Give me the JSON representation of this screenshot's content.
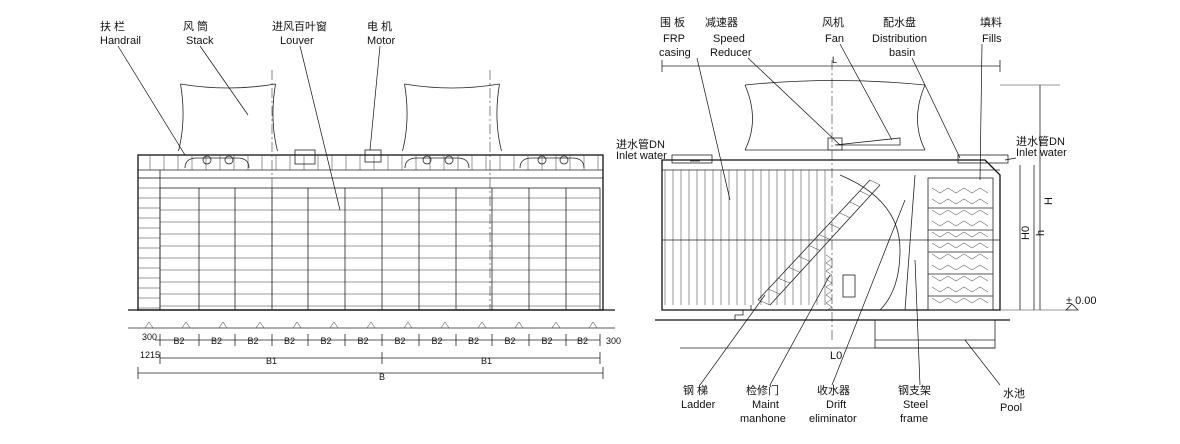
{
  "front_labels": {
    "handrail": {
      "cn": "扶 栏",
      "en": "Handrail"
    },
    "stack": {
      "cn": "风 筒",
      "en": "Stack"
    },
    "louver": {
      "cn": "进风百叶窗",
      "en": "Louver"
    },
    "motor": {
      "cn": "电 机",
      "en": "Motor"
    }
  },
  "front_dims": {
    "b2_label": "B2",
    "b1_label": "B1",
    "b_label": "B",
    "left_300": "300",
    "right_300": "300",
    "left_1215": "1215"
  },
  "side_labels": {
    "frp_casing": {
      "cn": "围 板",
      "en1": "FRP",
      "en2": "casing"
    },
    "speed_reducer": {
      "cn": "减速器",
      "en1": "Speed",
      "en2": "Reducer"
    },
    "fan": {
      "cn": "风机",
      "en": "Fan"
    },
    "distribution_basin": {
      "cn": "配水盘",
      "en1": "Distribution",
      "en2": "basin"
    },
    "fills": {
      "cn": "填料",
      "en": "Fills"
    },
    "inlet_left": {
      "cn": "进水管DN",
      "en": "Inlet water"
    },
    "inlet_right": {
      "cn": "进水管DN",
      "en": "Inlet water"
    },
    "ladder": {
      "cn": "钢 梯",
      "en": "Ladder"
    },
    "manhole": {
      "cn": "检修门",
      "en1": "Maint",
      "en2": "manhone"
    },
    "drift": {
      "cn": "收水器",
      "en1": "Drift",
      "en2": "eliminator"
    },
    "steel_frame": {
      "cn": "钢支架",
      "en1": "Steel",
      "en2": "frame"
    },
    "pool": {
      "cn": "水池",
      "en": "Pool"
    }
  },
  "side_dims": {
    "L": "L",
    "L0": "L0",
    "H": "H",
    "H0": "H0",
    "h": "h",
    "zero": "± 0.00"
  },
  "icons": [
    "front-elevation-drawing",
    "side-section-drawing"
  ]
}
